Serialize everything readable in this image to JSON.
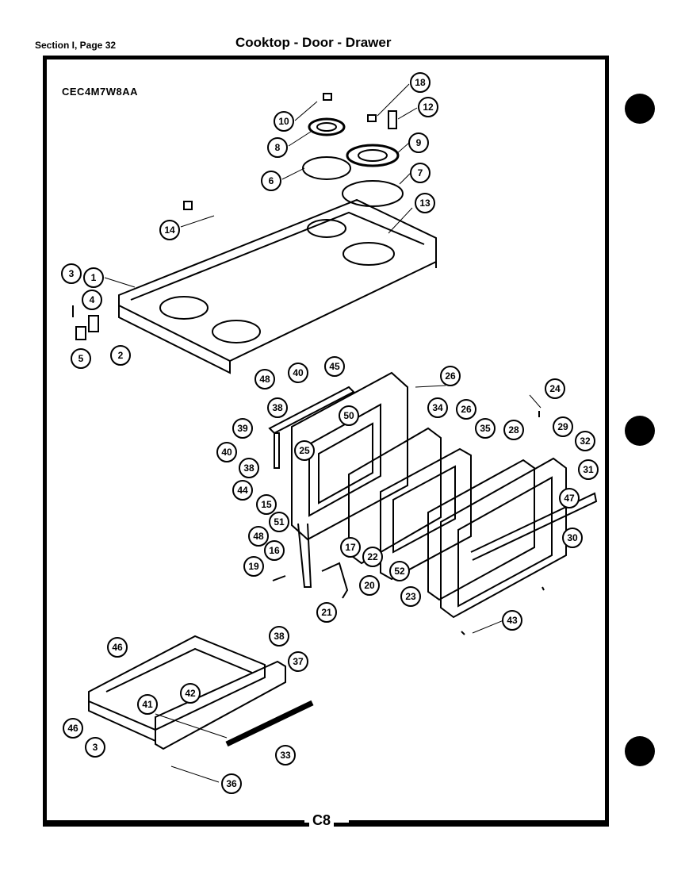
{
  "header": {
    "section": "Section I, Page 32",
    "title": "Cooktop - Door - Drawer"
  },
  "model": "CEC4M7W8AA",
  "footer": {
    "page_code": "C8"
  },
  "callouts": [
    "1",
    "2",
    "3",
    "4",
    "5",
    "6",
    "7",
    "8",
    "9",
    "10",
    "12",
    "13",
    "14",
    "15",
    "16",
    "17",
    "18",
    "19",
    "20",
    "21",
    "22",
    "23",
    "24",
    "25",
    "26",
    "28",
    "29",
    "30",
    "31",
    "32",
    "33",
    "34",
    "35",
    "36",
    "37",
    "38",
    "39",
    "40",
    "41",
    "42",
    "43",
    "44",
    "45",
    "46",
    "47",
    "48",
    "50",
    "51",
    "52"
  ]
}
